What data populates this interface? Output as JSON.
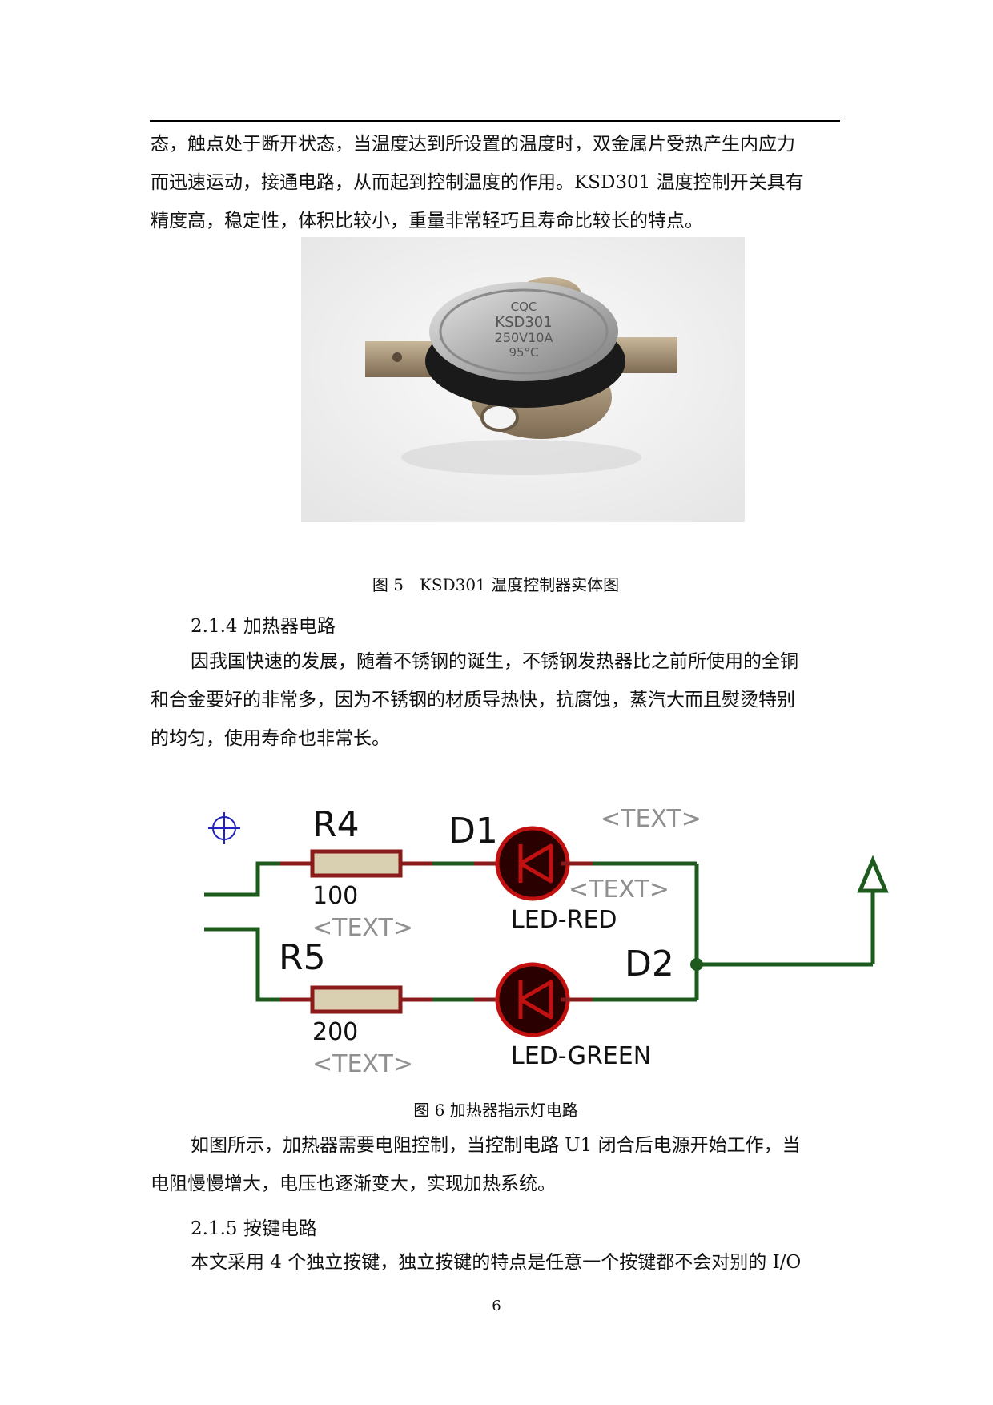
{
  "body": {
    "para1": [
      "态，触点处于断开状态，当温度达到所设置的温度时，双金属片受热产生内应力",
      "而迅速运动，接通电路，从而起到控制温度的作用。KSD301 温度控制开关具有",
      "精度高，稳定性，体积比较小，重量非常轻巧且寿命比较长的特点。"
    ],
    "fig5": {
      "caption": "图 5　KSD301 温度控制器实体图",
      "chip_lines": [
        "KSD301",
        "250V10A",
        "95°C"
      ],
      "chip_logo": "CQC"
    },
    "heading_214": "2.1.4  加热器电路",
    "para2": [
      "因我国快速的发展，随着不锈钢的诞生，不锈钢发热器比之前所使用的全铜",
      "和合金要好的非常多，因为不锈钢的材质导热快，抗腐蚀，蒸汽大而且熨烫特别",
      "的均匀，使用寿命也非常长。"
    ],
    "fig6": {
      "caption": "图 6  加热器指示灯电路",
      "r4": {
        "ref": "R4",
        "value": "100",
        "text": "<TEXT>"
      },
      "r5": {
        "ref": "R5",
        "value": "200",
        "text": "<TEXT>"
      },
      "d1": {
        "ref": "D1",
        "part": "LED-RED",
        "text_top": "<TEXT>",
        "text_mid": "<TEXT>"
      },
      "d2": {
        "ref": "D2",
        "part": "LED-GREEN"
      }
    },
    "para3": [
      "如图所示，加热器需要电阻控制，当控制电路 U1 闭合后电源开始工作，当",
      "电阻慢慢增大，电压也逐渐变大，实现加热系统。"
    ],
    "heading_215": "2.1.5 按键电路",
    "para4": [
      "本文采用 4 个独立按键，独立按键的特点是任意一个按键都不会对别的 I/O"
    ]
  },
  "page_number": "6",
  "colors": {
    "wire": "#1e5a1e",
    "pin": "#8b1a1a",
    "resistor_fill": "#d8d0b0",
    "led_body": "#2a0000",
    "led_ring": "#c01010",
    "label_gray": "#909090",
    "origin": "#2020c0"
  }
}
